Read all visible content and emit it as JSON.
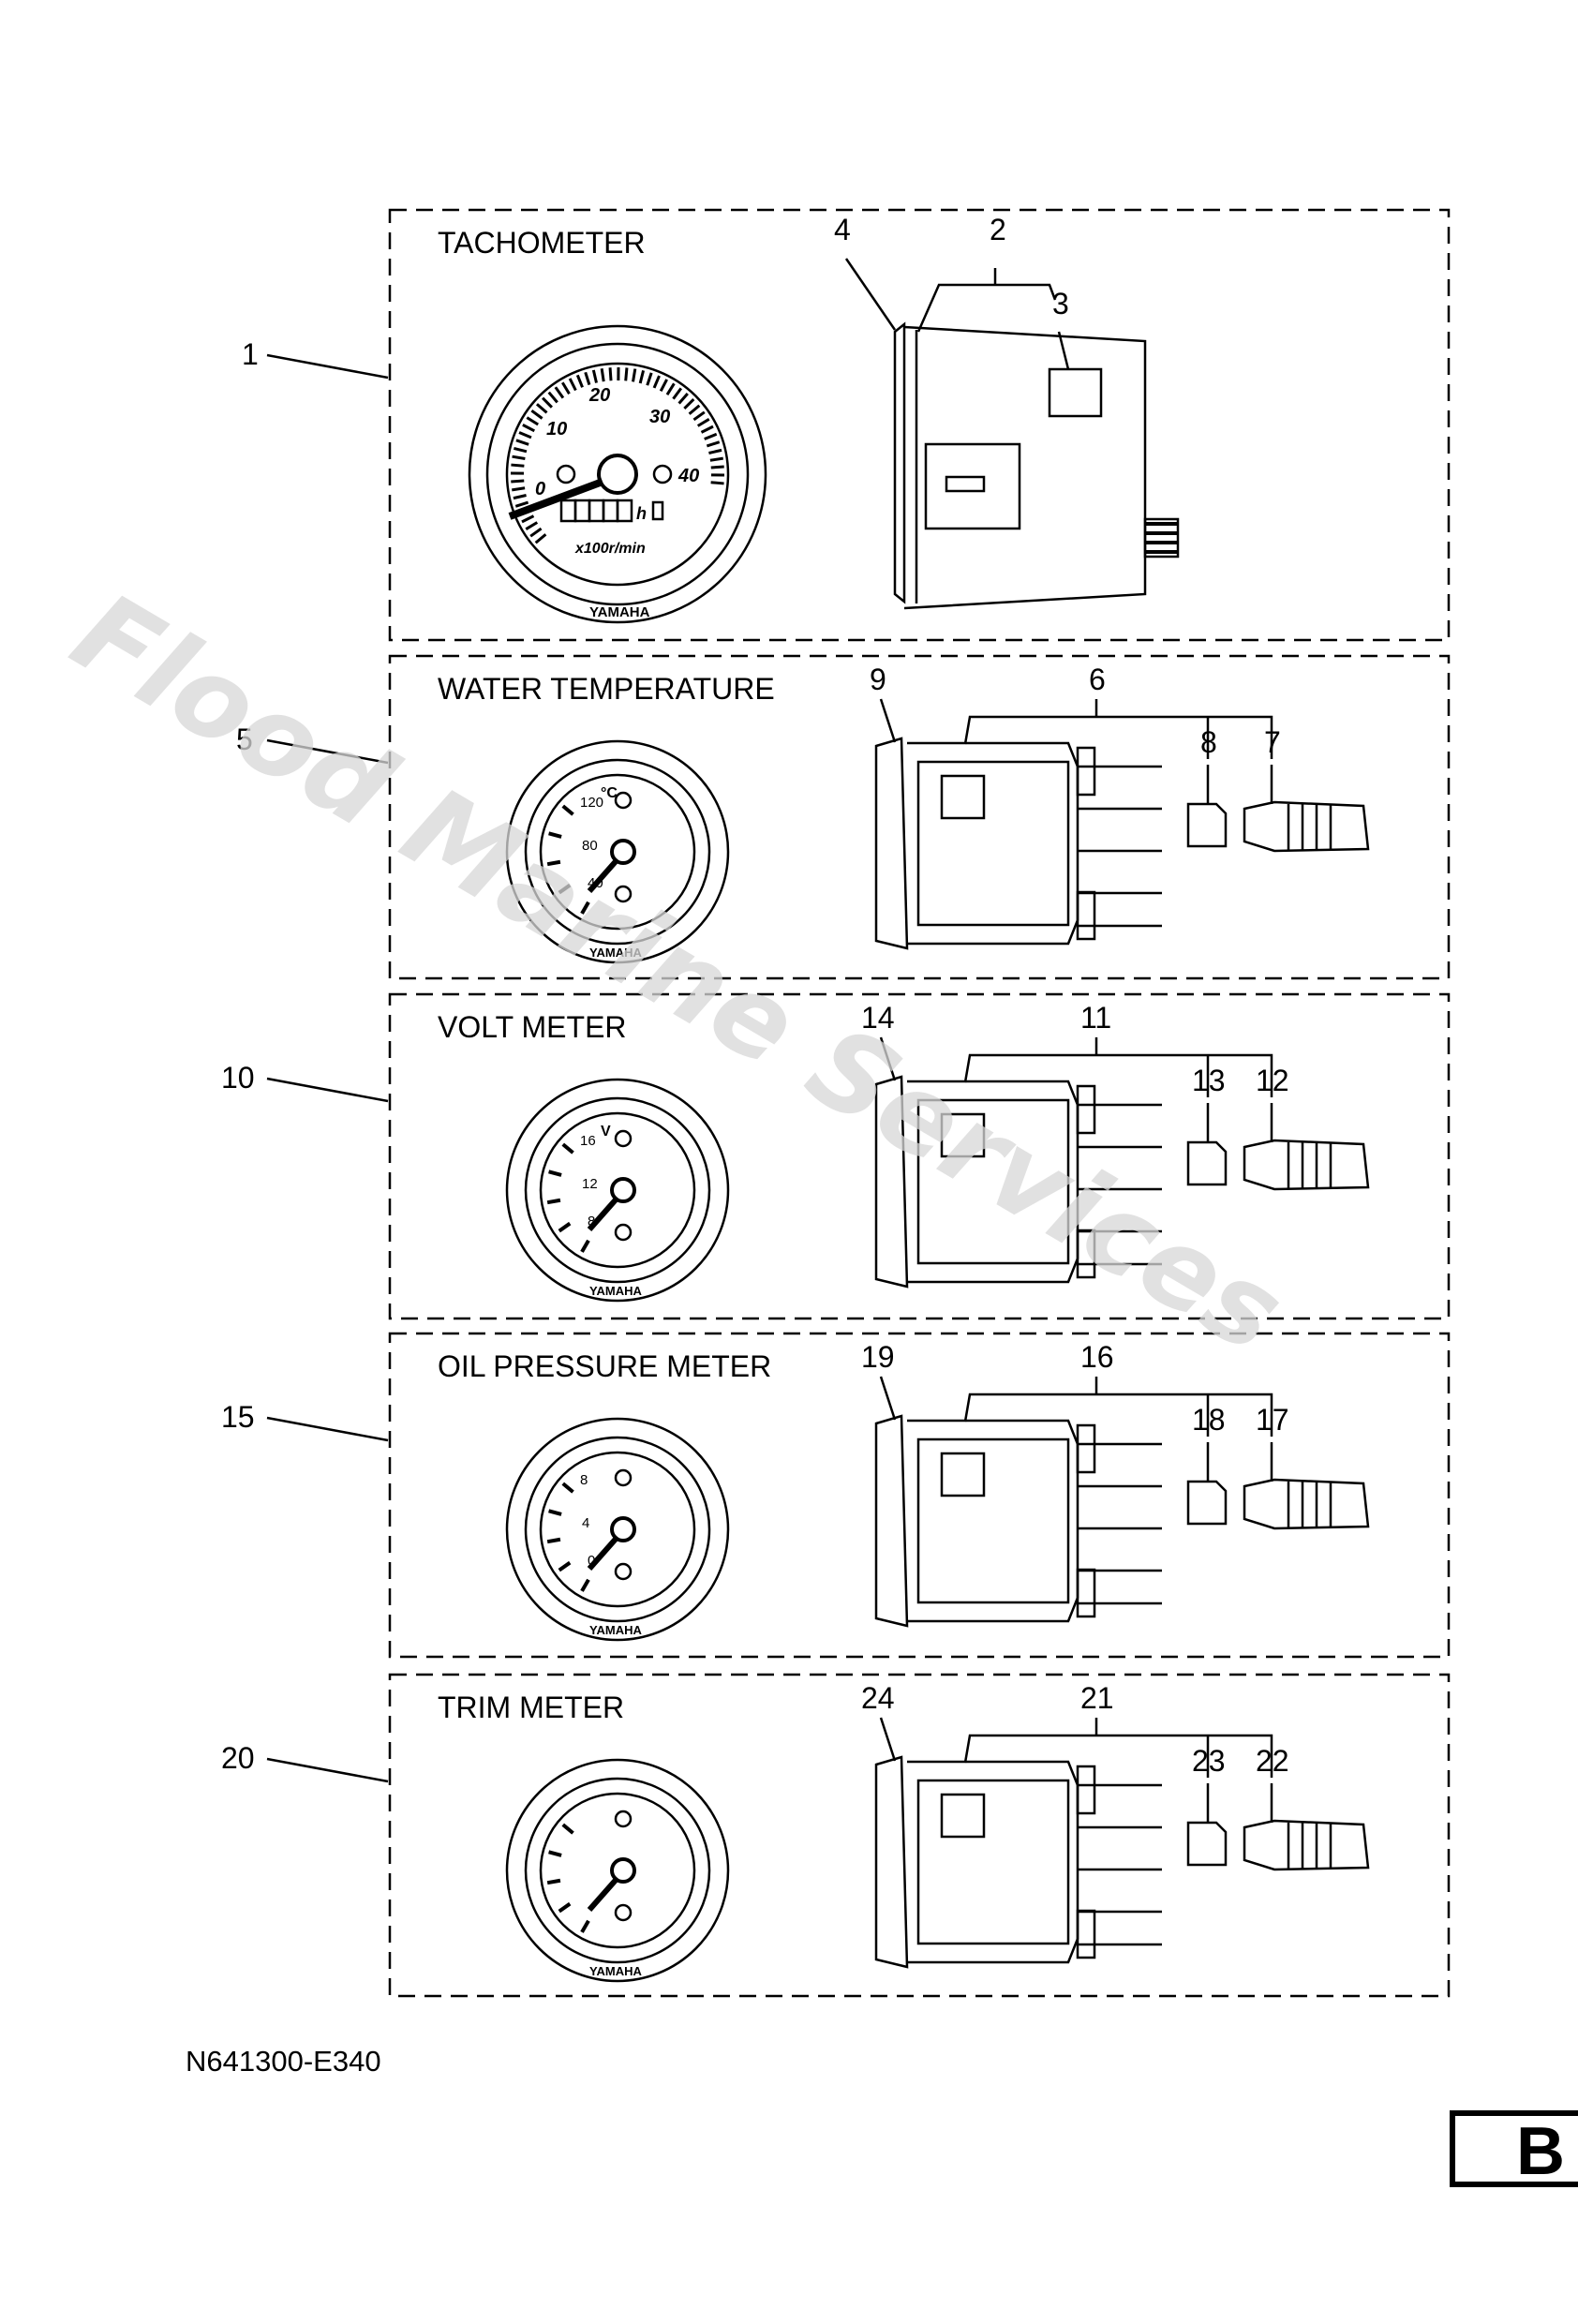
{
  "watermark": "Flood Marine Services",
  "diagram_code": "N641300-E340",
  "page_badge": "B",
  "panels": [
    {
      "title": "TACHOMETER",
      "callout": "1",
      "parts": [
        "4",
        "2",
        "3"
      ],
      "dial": {
        "numbers": [
          "0",
          "10",
          "20",
          "30",
          "40"
        ],
        "unit": "x100r/min",
        "hour_symbol": "h",
        "brand": "YAMAHA"
      }
    },
    {
      "title": "WATER TEMPERATURE",
      "callout": "5",
      "parts": [
        "9",
        "6",
        "8",
        "7"
      ],
      "dial": {
        "numbers": [
          "120",
          "80",
          "40"
        ],
        "unit": "°C",
        "brand": "YAMAHA"
      }
    },
    {
      "title": "VOLT METER",
      "callout": "10",
      "parts": [
        "14",
        "11",
        "13",
        "12"
      ],
      "dial": {
        "numbers": [
          "16",
          "12",
          "8"
        ],
        "unit": "V",
        "brand": "YAMAHA"
      }
    },
    {
      "title": "OIL PRESSURE METER",
      "callout": "15",
      "parts": [
        "19",
        "16",
        "18",
        "17"
      ],
      "dial": {
        "numbers": [
          "8",
          "4",
          "0"
        ],
        "unit": "",
        "brand": "YAMAHA"
      }
    },
    {
      "title": "TRIM METER",
      "callout": "20",
      "parts": [
        "24",
        "21",
        "23",
        "22"
      ],
      "dial": {
        "numbers": [],
        "unit": "",
        "brand": "YAMAHA"
      }
    }
  ]
}
